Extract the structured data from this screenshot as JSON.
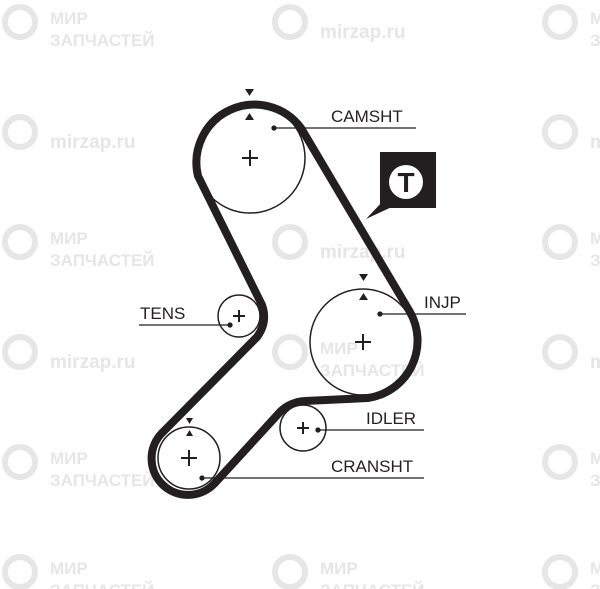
{
  "diagram": {
    "title": "Timing belt routing",
    "labels": {
      "camshaft": "CAMSHT",
      "tensioner": "TENS",
      "injection_pump": "INJP",
      "idler": "IDLER",
      "crankshaft": "CRANSHT"
    },
    "badge_letter": "T",
    "watermark": {
      "line1": "МИР",
      "line2": "ЗАПЧАСТЕЙ",
      "site": "mirzap.ru"
    },
    "colors": {
      "belt": "#231f20",
      "watermark": "#e6e6e6"
    }
  }
}
